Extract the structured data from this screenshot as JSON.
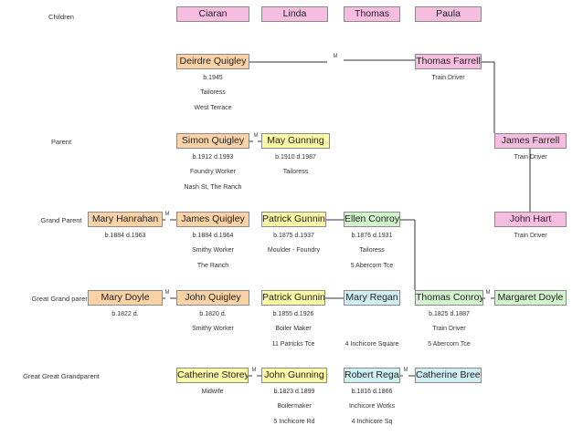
{
  "colors": {
    "pink": "#f7bde0",
    "orange": "#fbd2a6",
    "yellow": "#fbf8a6",
    "blue": "#cfeff3",
    "green": "#d3f3cf"
  },
  "row_labels": [
    "Children",
    "Parent",
    "Grand Parent",
    "Great Grand parent",
    "Great Great Grandparent"
  ],
  "marriage_symbol": "M",
  "people": [
    {
      "name": "Ciaran",
      "color": "pink",
      "details": []
    },
    {
      "name": "Linda",
      "color": "pink",
      "details": []
    },
    {
      "name": "Thomas",
      "color": "pink",
      "details": []
    },
    {
      "name": "Paula",
      "color": "pink",
      "details": []
    },
    {
      "name": "Deirdre Quigley",
      "color": "orange",
      "details": [
        "b.1945",
        "Tailoress",
        "West Terrace"
      ]
    },
    {
      "name": "Thomas Farrell",
      "color": "pink",
      "details": [
        "Train Driver"
      ]
    },
    {
      "name": "Simon Quigley",
      "color": "orange",
      "details": [
        "b.1912  d.1993",
        "Foundry Worker",
        "Nash St, The Ranch"
      ]
    },
    {
      "name": "May Gunning",
      "color": "yellow",
      "details": [
        "b.1910  d.1987",
        "Tailoress"
      ]
    },
    {
      "name": "James Farrell",
      "color": "pink",
      "details": [
        "Train Driver"
      ]
    },
    {
      "name": "Mary Hanrahan",
      "color": "orange",
      "details": [
        "b.1884  d.1963"
      ]
    },
    {
      "name": "James Quigley",
      "color": "orange",
      "details": [
        "b.1884  d.1964",
        "Smithy Worker",
        "The Ranch"
      ]
    },
    {
      "name": "Patrick Gunning",
      "color": "yellow",
      "details": [
        "b.1875 d.1937",
        "Moulder - Foundry"
      ]
    },
    {
      "name": "Ellen Conroy",
      "color": "green",
      "details": [
        "b.1876  d.1931",
        "Tailoress",
        "5 Abercorn Tce"
      ]
    },
    {
      "name": "John Hart",
      "color": "pink",
      "details": [
        "Train Driver"
      ]
    },
    {
      "name": "Mary Doyle",
      "color": "orange",
      "details": [
        "b.1822  d."
      ]
    },
    {
      "name": "John Quigley",
      "color": "orange",
      "details": [
        "b.1820 d.",
        "Smithy Worker"
      ]
    },
    {
      "name": "Patrick Gunning",
      "color": "yellow",
      "details": [
        "b.1855  d.1926",
        "Boiler Maker",
        "11 Patricks Tce"
      ]
    },
    {
      "name": "Mary Regan",
      "color": "blue",
      "details": [
        "4 Inchicore Square"
      ]
    },
    {
      "name": "Thomas Conroy",
      "color": "green",
      "details": [
        "b.1825  d.1887",
        "Train Driver",
        "5 Abercorn Tce"
      ]
    },
    {
      "name": "Margaret Doyle",
      "color": "green",
      "details": []
    },
    {
      "name": "Catherine Storey",
      "color": "yellow",
      "details": [
        "Midwife"
      ]
    },
    {
      "name": "John Gunning",
      "color": "yellow",
      "details": [
        "b.1823  d.1899",
        "Boilermaker",
        "5 Inchicore Rd"
      ]
    },
    {
      "name": "Robert Regan",
      "color": "blue",
      "details": [
        "b.1816  d.1866",
        "Inchicore Works",
        "4 Inchicore Sq"
      ]
    },
    {
      "name": "Catherine Breen",
      "color": "blue",
      "details": []
    }
  ]
}
